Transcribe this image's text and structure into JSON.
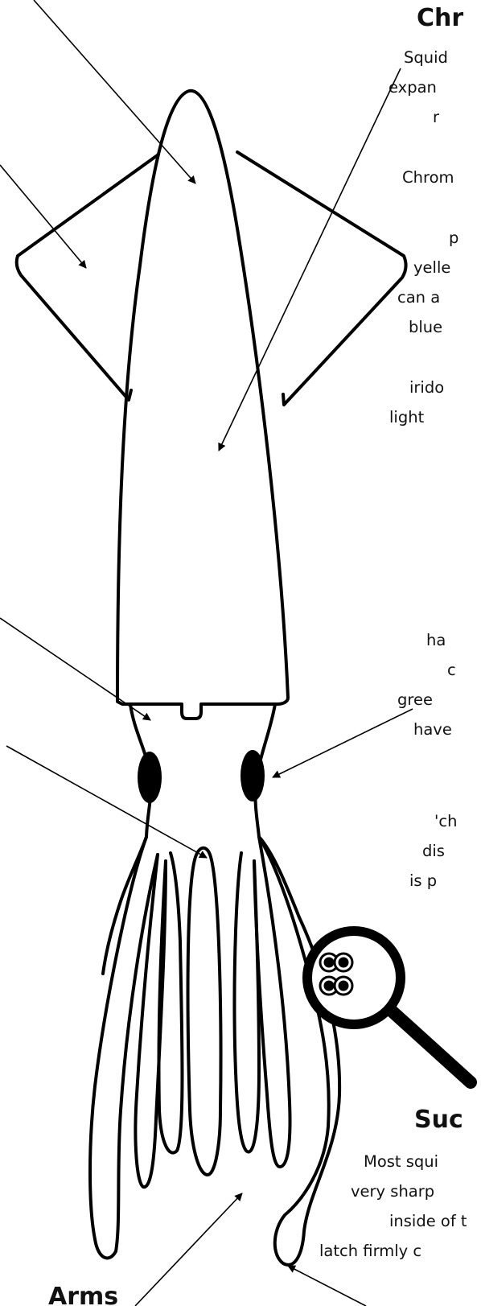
{
  "headings": {
    "chromatophores": "Chr",
    "suckers": "Suc",
    "arms": "Arms"
  },
  "chromatophores_text": [
    "Squid",
    "expan",
    "r",
    "Chrom",
    "p",
    "yelle",
    "can a",
    "blue",
    "irido",
    "light"
  ],
  "eyes_text": [
    "ha",
    "c",
    "gree",
    "have"
  ],
  "mouth_text": [
    "'ch",
    "dis",
    "is p"
  ],
  "suckers_text": [
    "Most squi",
    "very sharp",
    "inside of t",
    "latch firmly c"
  ],
  "colors": {
    "ink": "#000000",
    "background": "#ffffff"
  }
}
